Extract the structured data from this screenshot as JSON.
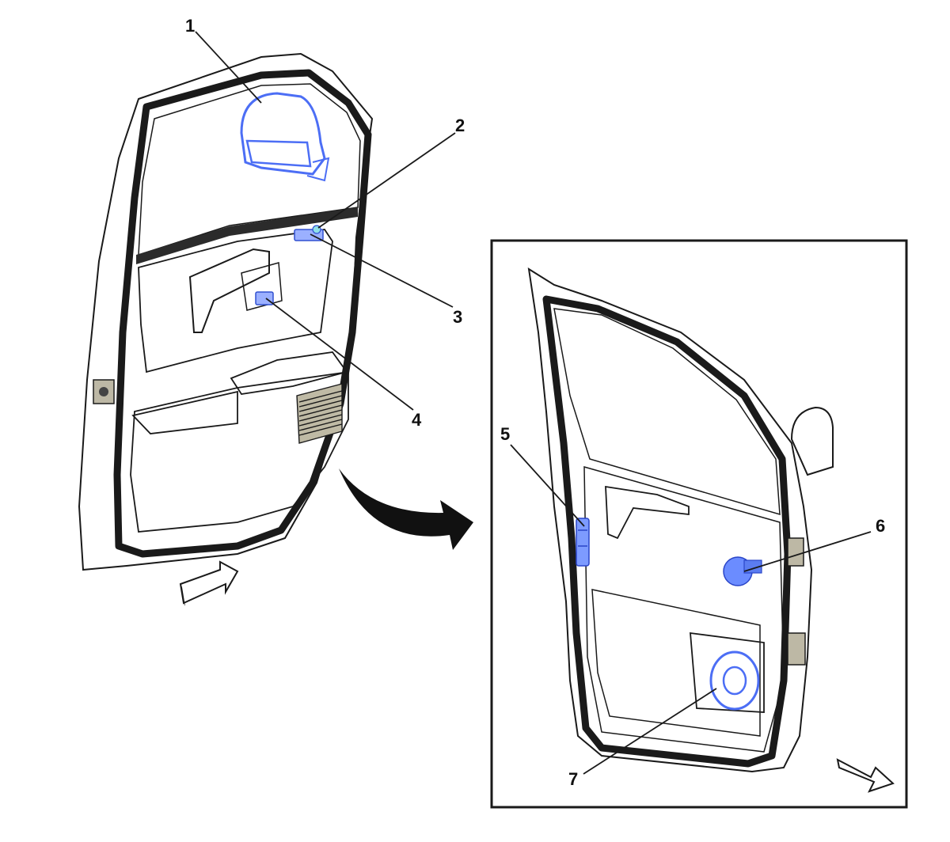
{
  "callouts": {
    "c1": "1",
    "c2": "2",
    "c3": "3",
    "c4": "4",
    "c5": "5",
    "c6": "6",
    "c7": "7"
  },
  "colors": {
    "door_panel": "#d6d2c2",
    "door_shadow": "#c5c0ad",
    "highlight_blue": "#4c6ef5",
    "ink": "#1a1a1a"
  }
}
